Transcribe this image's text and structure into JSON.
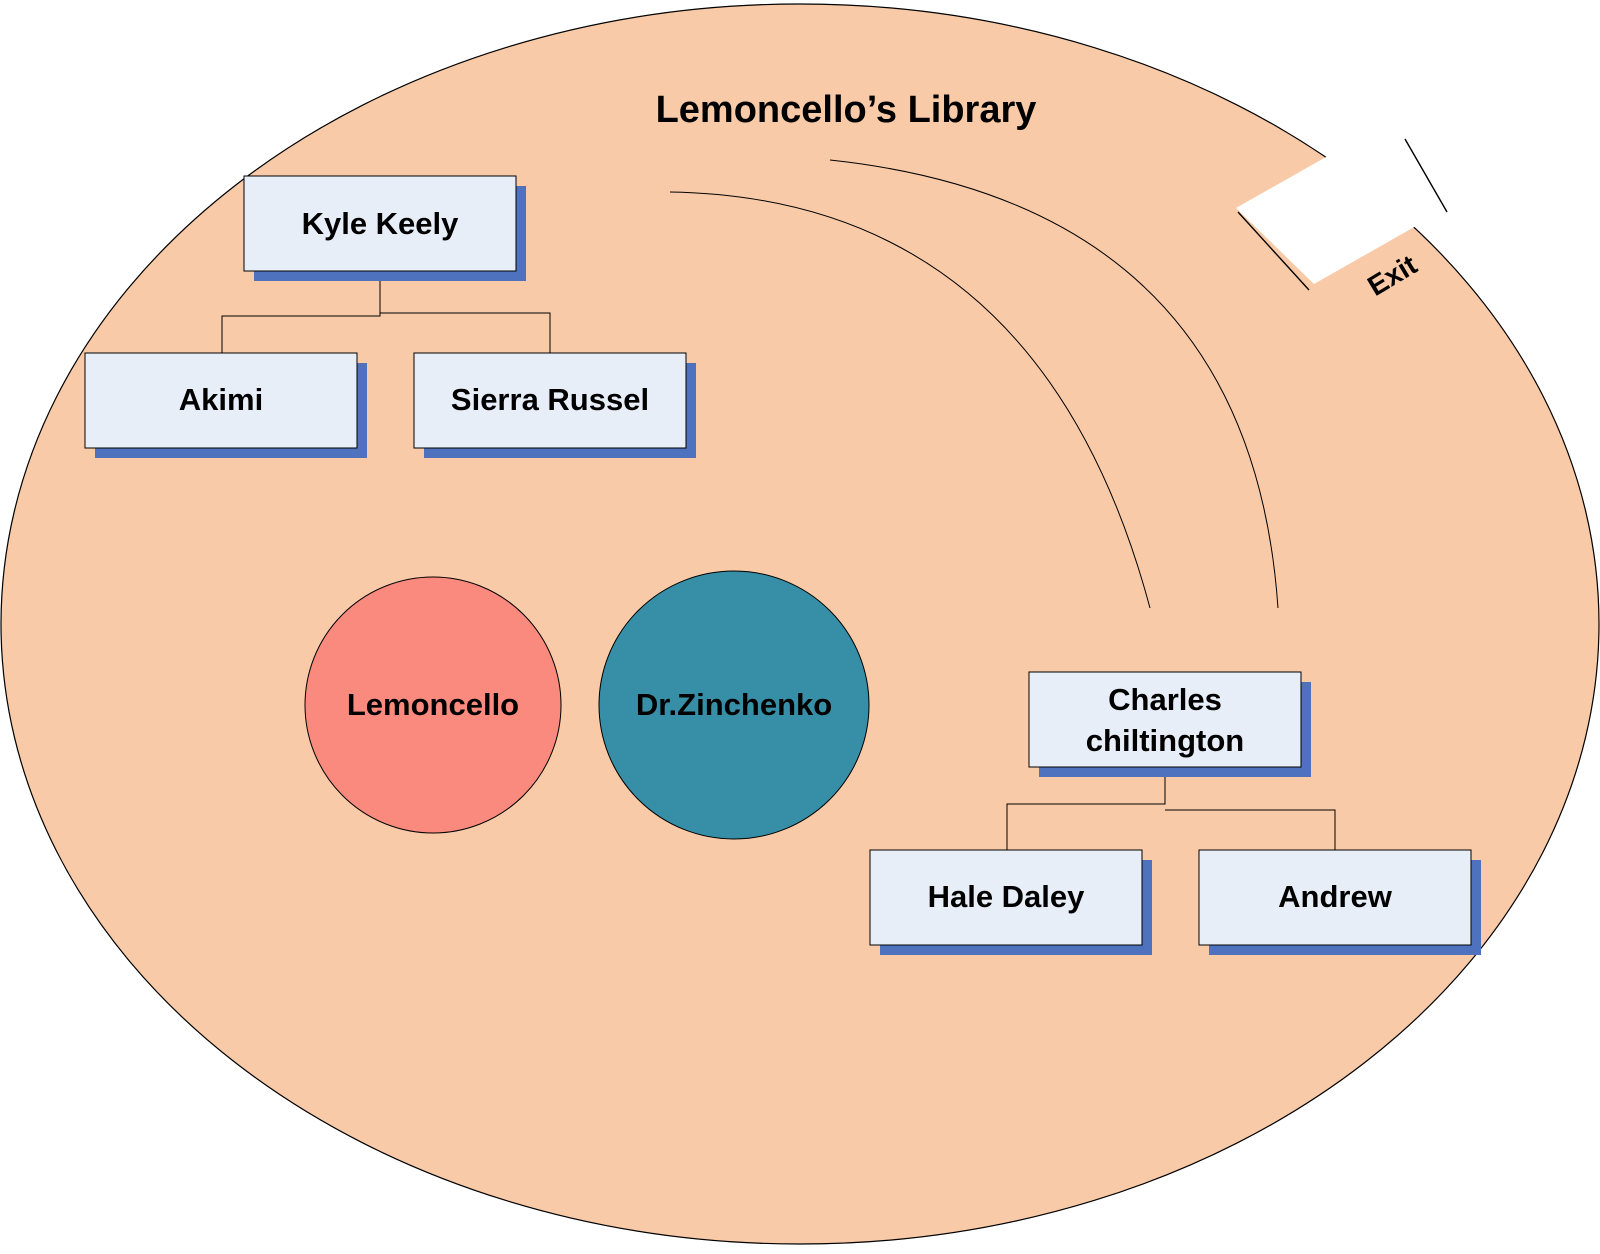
{
  "title": "Lemoncello’s Library",
  "exit_label": "Exit",
  "colors": {
    "library_fill": "#f9caa7",
    "box_fill": "#e8eef8",
    "box_shadow": "#4f72bf",
    "lemoncello_fill": "#f98a7d",
    "zinchenko_fill": "#368fa6",
    "outline": "#000000"
  },
  "team_one": {
    "leader": "Kyle Keely",
    "members": [
      "Akimi",
      "Sierra Russel"
    ]
  },
  "team_two": {
    "leader_lines": [
      "Charles",
      "chiltington"
    ],
    "members": [
      "Hale Daley",
      "Andrew"
    ]
  },
  "circles": {
    "lemoncello": "Lemoncello",
    "zinchenko": "Dr.Zinchenko"
  }
}
